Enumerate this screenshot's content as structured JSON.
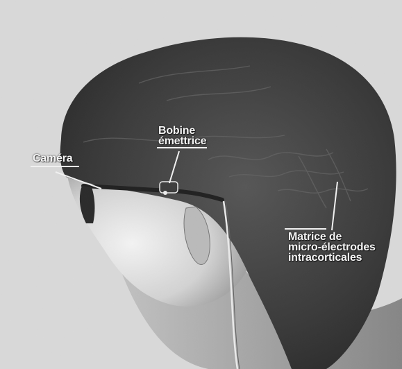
{
  "labels": {
    "camera": "Caméra",
    "bobine": [
      "Bobine",
      "émettrice"
    ],
    "matrice": [
      "Matrice de",
      "micro-électrodes",
      "intracorticales"
    ]
  },
  "colors": {
    "background": "#d9d9d9",
    "head_dark": "#262626",
    "skin": "#cfcfcf",
    "label_text": "#f4f4f4",
    "leader_line": "#f0f0f0"
  }
}
